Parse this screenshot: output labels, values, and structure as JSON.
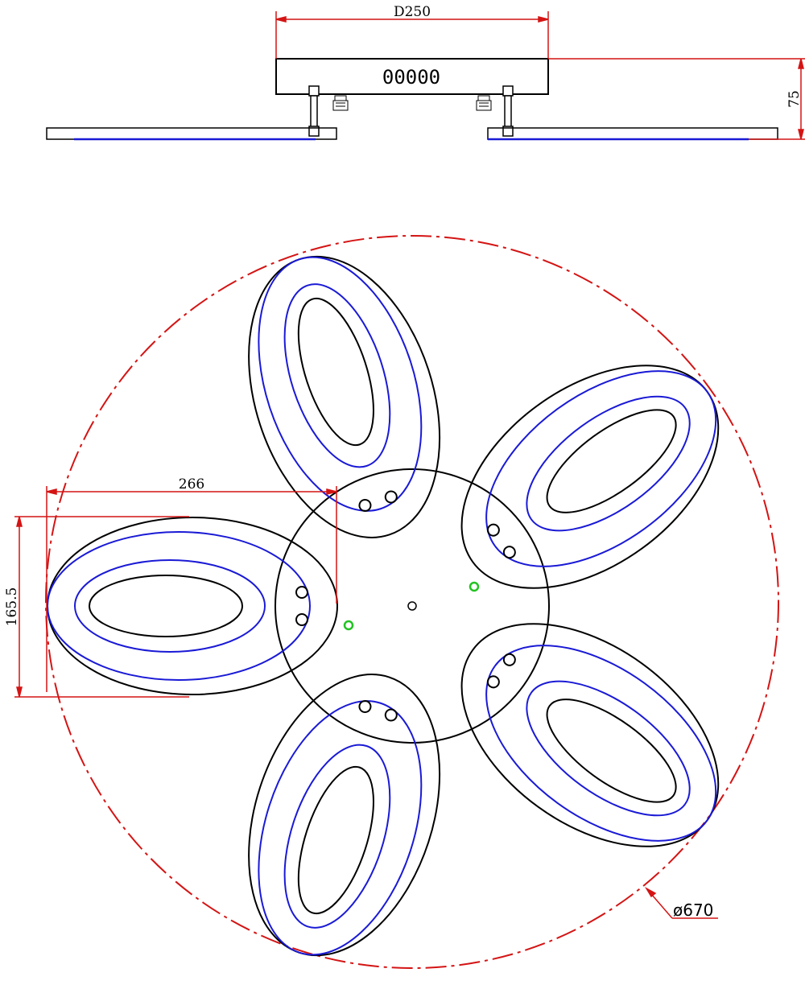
{
  "side_view": {
    "width_dimension": "D250",
    "height_dimension": "75",
    "label_marks": "00000"
  },
  "top_view": {
    "span_dimension": "266",
    "height_dimension": "165.5",
    "outer_diameter": "ø670",
    "arm_count": 5
  },
  "colors": {
    "outline": "#000000",
    "led_strip": "#1a1ad6",
    "dimension": "#d41414",
    "mount_point": "#22c322"
  }
}
